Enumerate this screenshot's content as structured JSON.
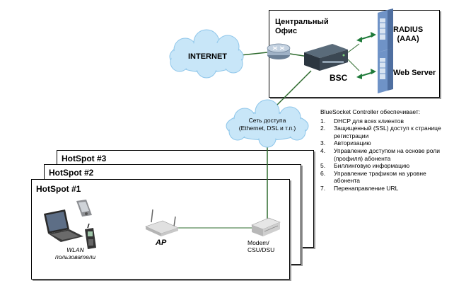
{
  "central_office": {
    "title_line1": "Центральный",
    "title_line2": "Офис"
  },
  "internet": {
    "label": "INTERNET"
  },
  "bsc": {
    "label": "BSC"
  },
  "radius": {
    "line1": "RADIUS",
    "line2": "(AAA)"
  },
  "web_server": {
    "label": "Web Server"
  },
  "access_network": {
    "line1": "Сеть доступа",
    "line2": "(Ethernet, DSL и т.п.)"
  },
  "hotspots": [
    {
      "title": "HotSpot #3"
    },
    {
      "title": "HotSpot #2"
    },
    {
      "title": "HotSpot #1"
    }
  ],
  "ap": {
    "label": "AP"
  },
  "modem": {
    "line1": "Modem/",
    "line2": "CSU/DSU"
  },
  "wlan": {
    "line1": "WLAN",
    "line2": "пользователи"
  },
  "features": {
    "heading": "BlueSocket Controller обеспечивает:",
    "items": [
      {
        "num": "1.",
        "text": "DHCP для всех клиентов"
      },
      {
        "num": "2.",
        "text": "Защищенный (SSL) доступ к странице регистрации"
      },
      {
        "num": "3.",
        "text": "Авторизацию"
      },
      {
        "num": "4.",
        "text": "Управление доступом на основе роли (профиля) абонента"
      },
      {
        "num": "5.",
        "text": "Биллинговую информацию"
      },
      {
        "num": "6.",
        "text": "Управление трафиком на уровне абонента"
      },
      {
        "num": "7.",
        "text": "Перенаправление URL"
      }
    ]
  },
  "colors": {
    "cloud": "#c8e6f8",
    "cloud_edge": "#8ec6ea",
    "link_green": "#2e6b2e",
    "server_blue": "#6f93c7",
    "arrow_green": "#1f7a3a"
  }
}
